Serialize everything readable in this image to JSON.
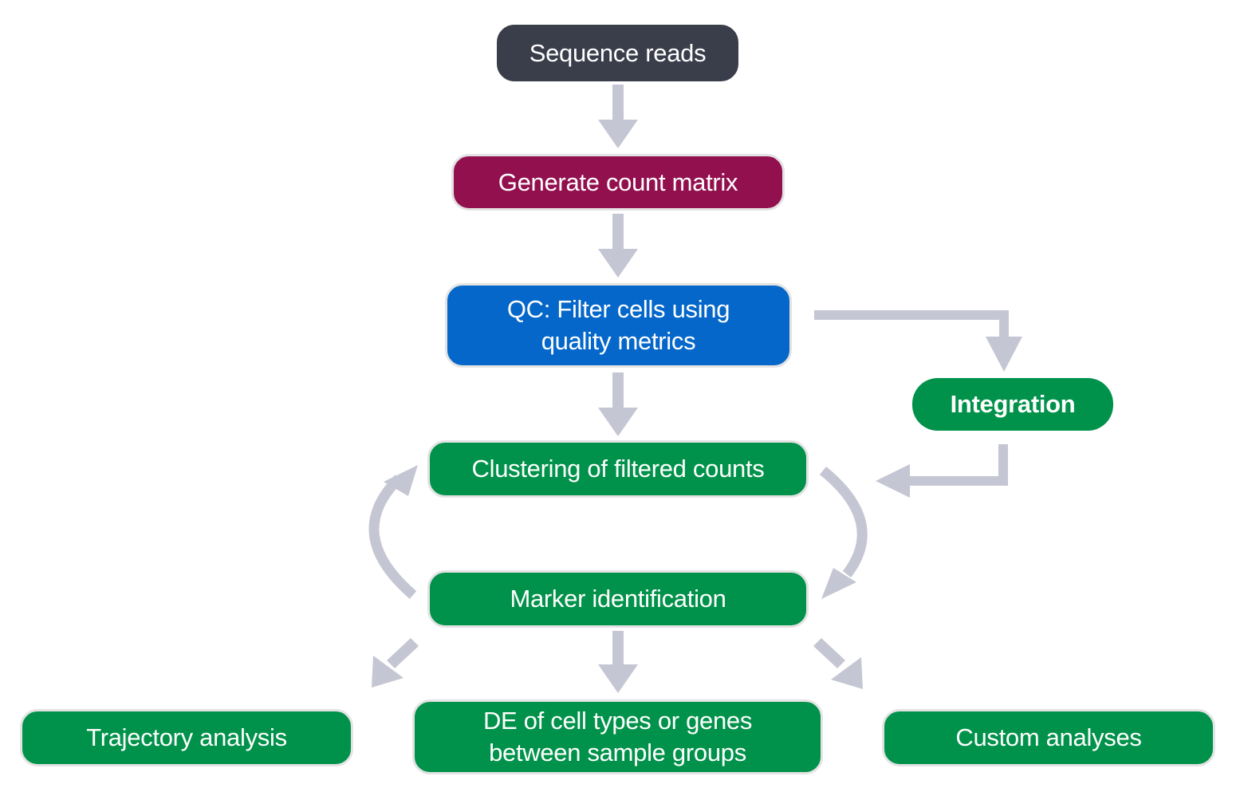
{
  "colors": {
    "start": "#3a3d4a",
    "count_matrix": "#93104f",
    "qc": "#0467c9",
    "analysis": "#00924a",
    "arrow": "#c5c6d3"
  },
  "nodes": {
    "sequence_reads": "Sequence reads",
    "generate_count_matrix": "Generate count matrix",
    "qc_line1": "QC: Filter cells using",
    "qc_line2": "quality metrics",
    "integration": "Integration",
    "clustering": "Clustering of filtered counts",
    "marker_identification": "Marker identification",
    "trajectory_analysis": "Trajectory analysis",
    "de_line1": "DE of cell types or genes",
    "de_line2": "between sample groups",
    "custom_analyses": "Custom analyses"
  }
}
